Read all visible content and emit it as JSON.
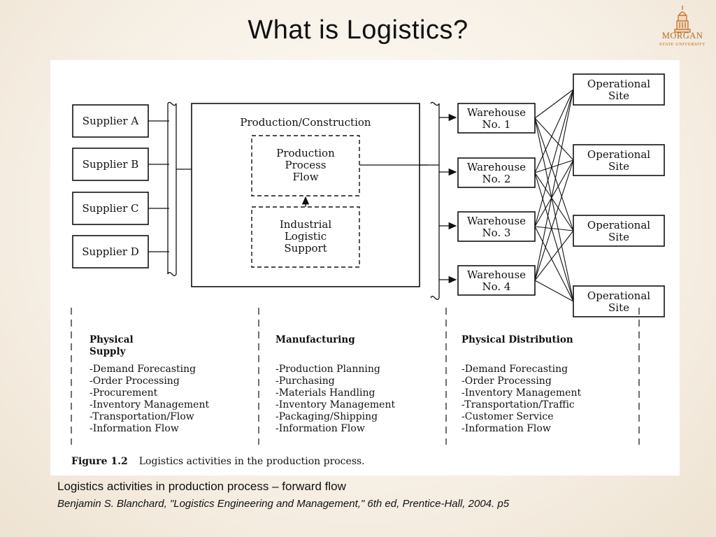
{
  "slide": {
    "title": "What is Logistics?",
    "caption": "Logistics activities in production process – forward flow",
    "citation": "Benjamin S. Blanchard, \"Logistics Engineering and Management,\" 6th ed, Prentice-Hall, 2004. p5"
  },
  "logo": {
    "name": "MORGAN",
    "sub": "STATE UNIVERSITY",
    "icon": "university-tower-icon",
    "color": "#b96a22"
  },
  "figure": {
    "suppliers": [
      "Supplier A",
      "Supplier B",
      "Supplier C",
      "Supplier D"
    ],
    "production_box_title": "Production/Construction",
    "production_process": [
      "Production",
      "Process",
      "Flow"
    ],
    "logistic_support": [
      "Industrial",
      "Logistic",
      "Support"
    ],
    "warehouses": [
      [
        "Warehouse",
        "No. 1"
      ],
      [
        "Warehouse",
        "No. 2"
      ],
      [
        "Warehouse",
        "No. 3"
      ],
      [
        "Warehouse",
        "No. 4"
      ]
    ],
    "sites": [
      [
        "Operational",
        "Site"
      ],
      [
        "Operational",
        "Site"
      ],
      [
        "Operational",
        "Site"
      ],
      [
        "Operational",
        "Site"
      ]
    ],
    "columns": [
      {
        "heading": "Physical Supply",
        "items": [
          "-Demand Forecasting",
          "-Order Processing",
          "-Procurement",
          "-Inventory Management",
          "-Transportation/Flow",
          "-Information Flow"
        ]
      },
      {
        "heading": "Manufacturing",
        "items": [
          "-Production Planning",
          "-Purchasing",
          "-Materials Handling",
          "-Inventory Management",
          "-Packaging/Shipping",
          "-Information Flow"
        ]
      },
      {
        "heading": "Physical Distribution",
        "items": [
          "-Demand Forecasting",
          "-Order Processing",
          "-Inventory Management",
          "-Transportation/Traffic",
          "-Customer Service",
          "-Information Flow"
        ]
      }
    ],
    "figure_label": "Figure 1.2",
    "figure_caption": "Logistics activities in the production process."
  }
}
